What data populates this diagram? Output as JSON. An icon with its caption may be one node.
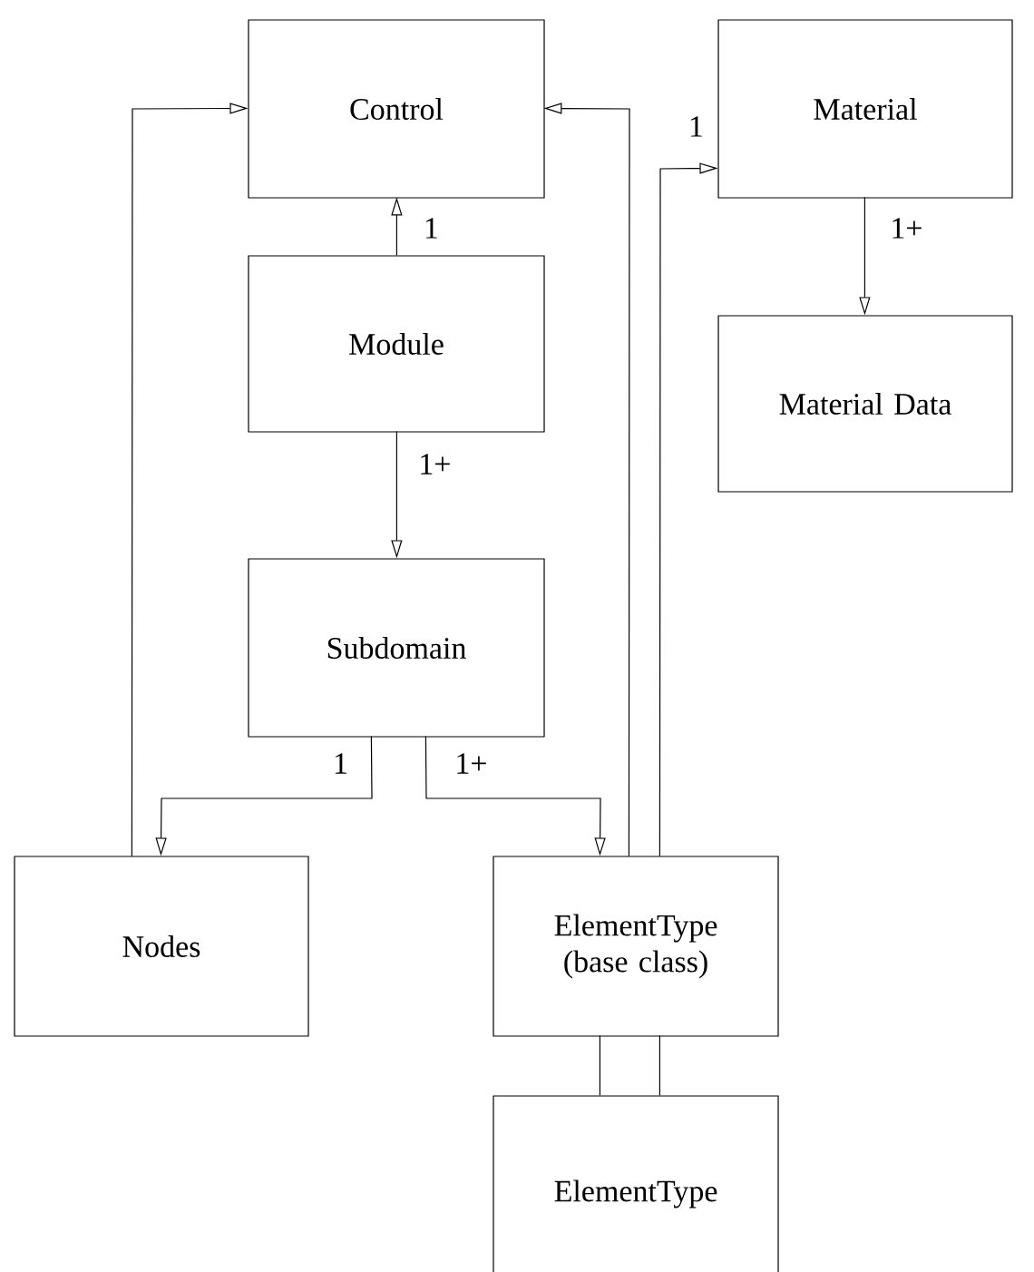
{
  "diagram": {
    "nodes": [
      {
        "text": [
          "Control"
        ]
      },
      {
        "text": [
          "Material"
        ]
      },
      {
        "text": [
          "Module"
        ]
      },
      {
        "text": [
          "Material Data"
        ]
      },
      {
        "text": [
          "Subdomain"
        ]
      },
      {
        "text": [
          "Nodes"
        ]
      },
      {
        "text": [
          "ElementType (base class)"
        ]
      },
      {
        "text": [
          "ElementType"
        ]
      }
    ],
    "edges": [
      {
        "from": 2,
        "to": 0,
        "arrow": "to",
        "label": "1"
      },
      {
        "from": 2,
        "to": 4,
        "arrow": "to",
        "label": "1+"
      },
      {
        "from": 1,
        "to": 3,
        "arrow": "to",
        "label": "1+"
      },
      {
        "from": 4,
        "to": 5,
        "arrow": "to",
        "label": "1"
      },
      {
        "from": 4,
        "to": 6,
        "arrow": "to",
        "label": "1+"
      },
      {
        "from": 5,
        "to": 0,
        "arrow": "to"
      },
      {
        "from": 6,
        "to": 0,
        "arrow": "to"
      },
      {
        "from": 6,
        "to": 1,
        "arrow": "to",
        "label": "1"
      },
      {
        "from": 6,
        "to": 7,
        "arrow": "none"
      },
      {
        "from": 6,
        "to": 7,
        "arrow": "none"
      }
    ]
  }
}
